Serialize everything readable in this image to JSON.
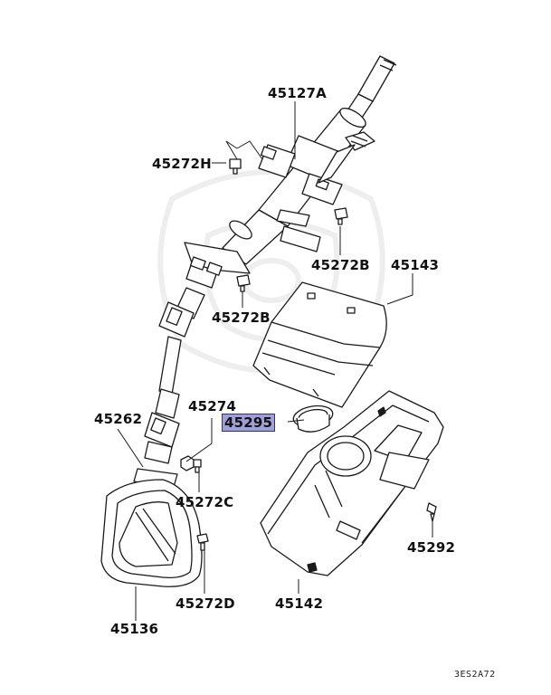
{
  "labels": {
    "p45127A": "45127A",
    "p45272H": "45272H",
    "p45272B_top": "45272B",
    "p45143": "45143",
    "p45272B_mid": "45272B",
    "p45274": "45274",
    "p45262": "45262",
    "p45295": "45295",
    "p45272C": "45272C",
    "p45292": "45292",
    "p45142": "45142",
    "p45272D": "45272D",
    "p45136": "45136"
  },
  "diagram_code": "3ES2A72",
  "highlight_color": "#9fa0d8"
}
